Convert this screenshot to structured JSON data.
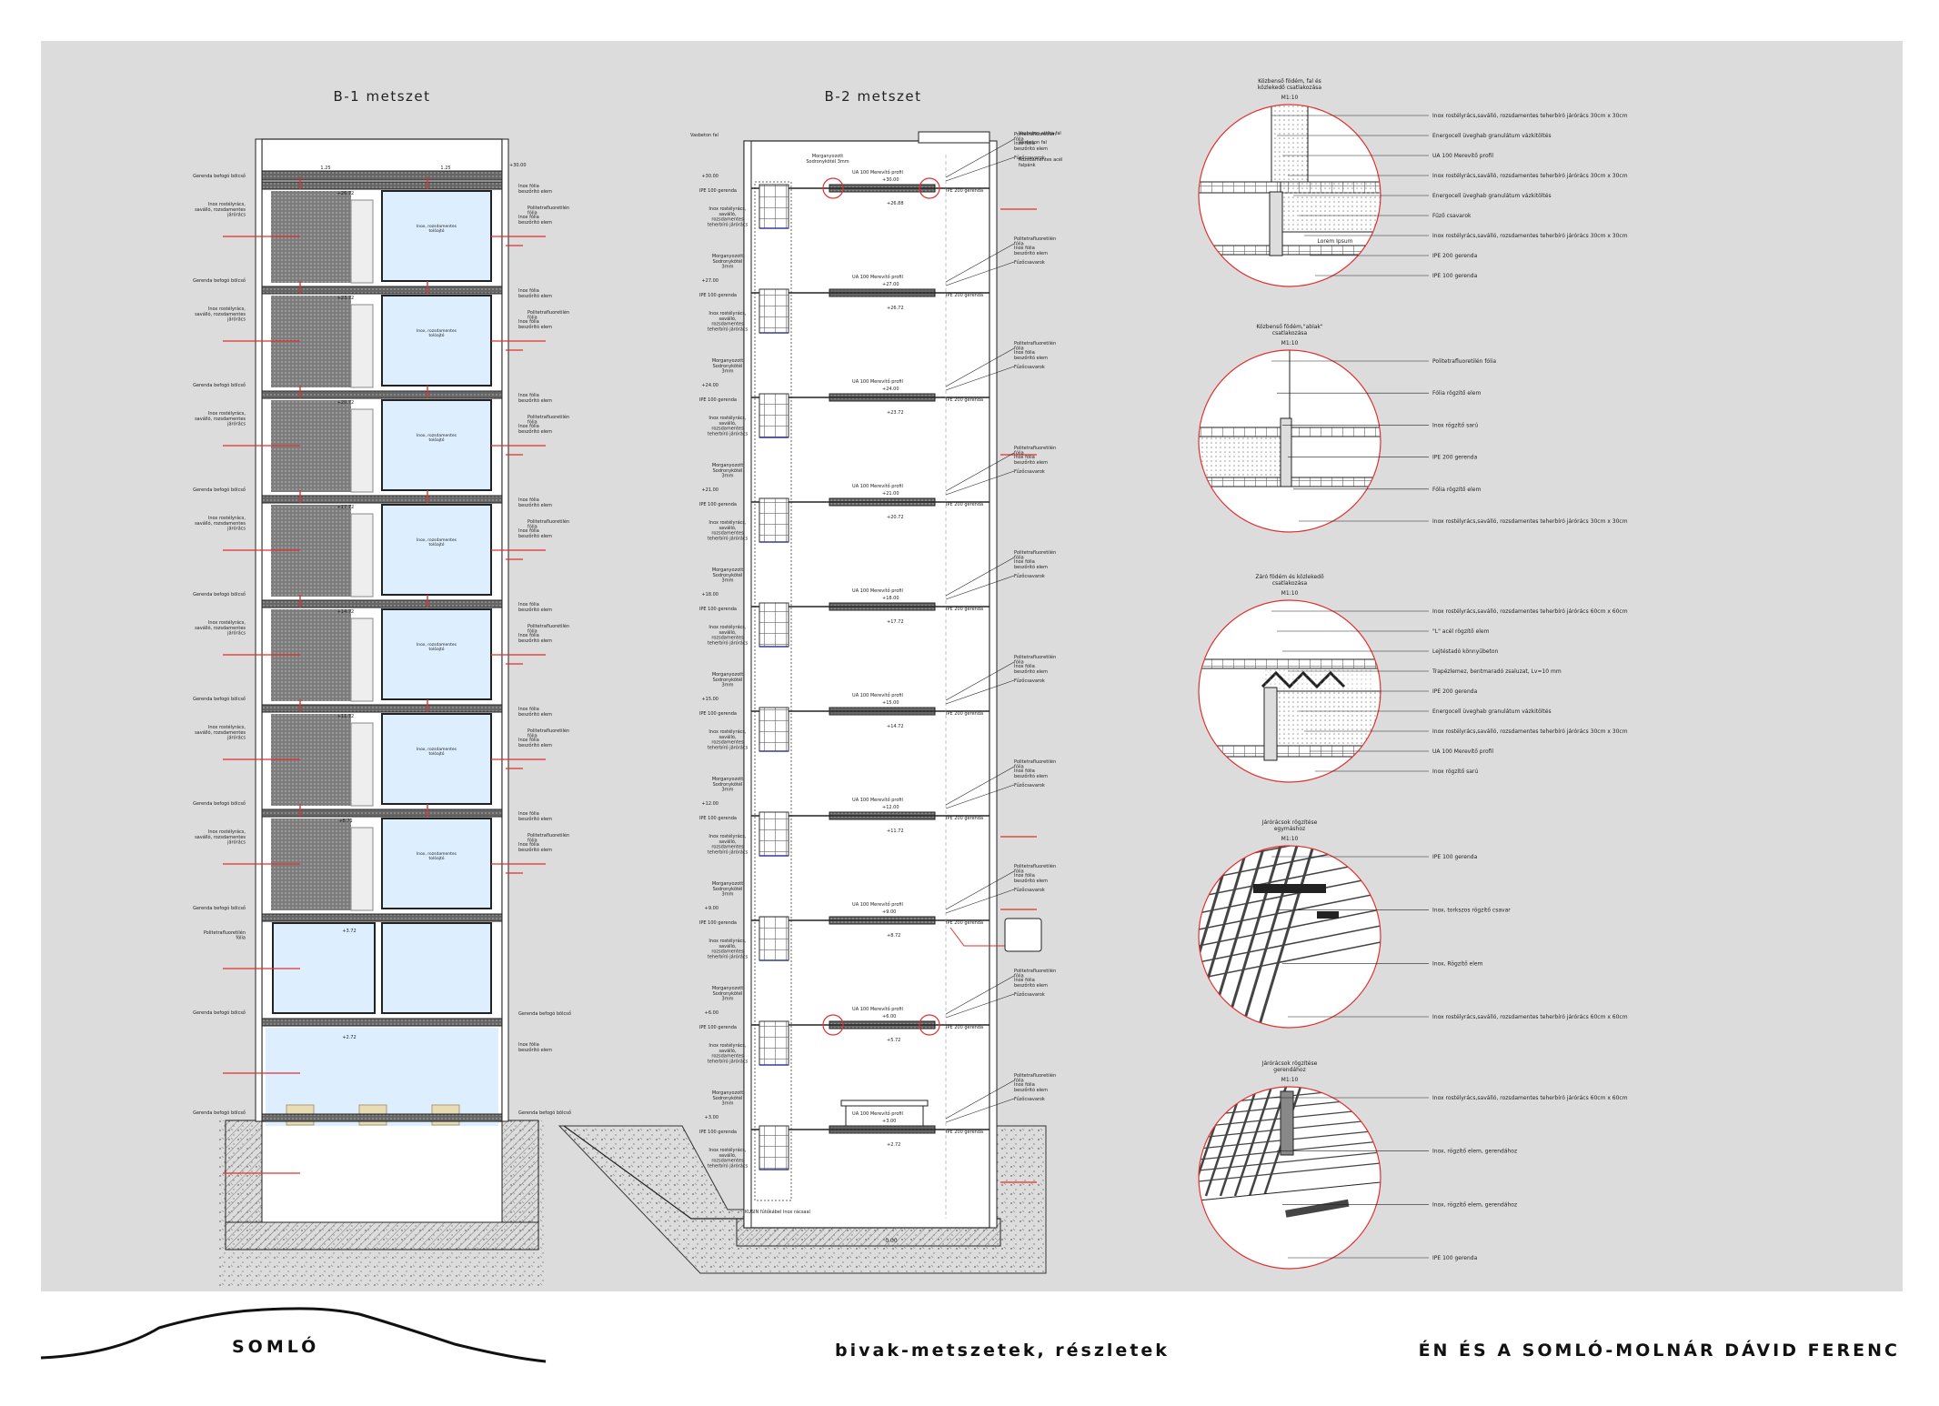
{
  "sections": {
    "b1": {
      "title": "B-1 metszet",
      "left_labels": {
        "beam": "Gerenda befogó bölcső",
        "grate": "Inox rostélyrács, saválló, rozsdamentes járórács"
      },
      "right_labels": {
        "film_fix": "Inox fólia beszőrító elem",
        "ptfe": "Politetrafluoretilén fólia",
        "beam": "Gerenda befogó bölcső"
      },
      "panel_label": "Inox, rozsdamentes tolóajtó",
      "levels": [
        "+30.00",
        "+26.72",
        "+23.72",
        "+20.72",
        "+17.72",
        "+14.72",
        "+11.72",
        "+8.71",
        "+3.72",
        "+2.72"
      ],
      "dim": "1.25"
    },
    "b2": {
      "title": "B-2 metszet",
      "top_labels": {
        "roof_wall": "Vasbeton fal",
        "attic_wall": "Vasbeton attika fal",
        "rusty_wall": "Rozsdamentes acél falpánk",
        "mortar": "Morganyozott Sodronykötél 3mm"
      },
      "left_labels": {
        "ipe100": "IPE 100 gerenda",
        "mortar": "Morganyozott Sodronykötél 3mm",
        "grate": "Inox rostélyrács, saválló, rozsdamentes teherbíró járórács"
      },
      "right_labels": {
        "ptfe": "Politetrafluoretilén fólia",
        "film_fix": "Inox fólia beszőrító elem",
        "bolts": "Fűzőcsavarok",
        "ipe200": "IPE 200 gerenda"
      },
      "profile": "UA 100 Merevítő profil",
      "levels": [
        "+30.00",
        "+27.00",
        "+24.00",
        "+21.00",
        "+18.00",
        "+15.00",
        "+12.00",
        "+9.00",
        "+6.00",
        "+3.00",
        "0.00"
      ],
      "sub_levels": [
        "+26.88",
        "+26.72",
        "+23.72",
        "+20.72",
        "+17.72",
        "+14.72",
        "+11.72",
        "+8.72",
        "+5.72",
        "+2.72"
      ],
      "bottom_note": "KUSIN fűtőkábel Inox rácsaal"
    }
  },
  "details": [
    {
      "id": "d1",
      "title": "Közbenső födém, fal és közlekedő csatlakozása",
      "scale": "M1:10",
      "labels": [
        "Inox rostélyrács,saválló, rozsdamentes teherbíró járórács 30cm x 30cm",
        "Energocell üveghab granulátum vázkitöltés",
        "UA 100 Merevítő profil",
        "Inox rostélyrács,saválló, rozsdamentes teherbíró járórács 30cm x 30cm",
        "Energocell üveghab granulátum vázkitöltés",
        "Fűző csavarok",
        "Inox rostélyrács,saválló, rozsdamentes teherbíró járórács 30cm x 30cm",
        "IPE 200 gerenda",
        "IPE 100 gerenda"
      ],
      "inner_text": "Lorem Ipsum"
    },
    {
      "id": "d2",
      "title": "Közbenső födém,\"ablak\" csatlakozása",
      "scale": "M1:10",
      "labels": [
        "Politetrafluoretilén fólia",
        "Fólia rögzítő elem",
        "Inox rögzítő sarú",
        "IPE 200 gerenda",
        "Fólia rögzítő elem",
        "Inox rostélyrács,saválló, rozsdamentes teherbíró járórács 30cm x 30cm"
      ]
    },
    {
      "id": "d3",
      "title": "Záró födém és közlekedő csatlakozása",
      "scale": "M1:10",
      "labels": [
        "Inox rostélyrács,saválló, rozsdamentes teherbíró járórács 60cm x 60cm",
        "\"L\" acél rögzítő elem",
        "Lejtéstadó könnyűbeton",
        "Trapézlemez, bentmaradó zsaluzat, Lv=10 mm",
        "IPE 200 gerenda",
        "Energocell üveghab granulátum vázkitöltés",
        "Inox rostélyrács,saválló, rozsdamentes teherbíró járórács 30cm x 30cm",
        "UA 100 Merevítő profil",
        "Inox rögzítő sarú"
      ]
    },
    {
      "id": "d4",
      "title": "Járórácsok rögzítése egymáshoz",
      "scale": "M1:10",
      "labels": [
        "IPE 100 gerenda",
        "Inox, torkszos rögzítő csavar",
        "Inox, Rögzítő elem",
        "Inox rostélyrács,saválló, rozsdamentes teherbíró járórács 60cm x 60cm"
      ]
    },
    {
      "id": "d5",
      "title": "Járórácsok rögzítése gerendához",
      "scale": "M1:10",
      "labels": [
        "Inox rostélyrács,saválló, rozsdamentes teherbíró járórács 60cm x 60cm",
        "Inox, rögzítő elem, gerendához",
        "Inox, rögzítő elem, gerendához",
        "IPE 100 gerenda"
      ]
    }
  ],
  "footer": {
    "logo_label": "SOMLÓ",
    "center": "bivak-metszetek, részletek",
    "right": "ÉN ÉS A SOMLÓ-MOLNÁR DÁVID FERENC"
  },
  "colors": {
    "panel_bg": "#dcdcdc",
    "glass": "#ddeeff",
    "accent_red": "#e03030",
    "grate": "#555555",
    "line": "#222222"
  }
}
